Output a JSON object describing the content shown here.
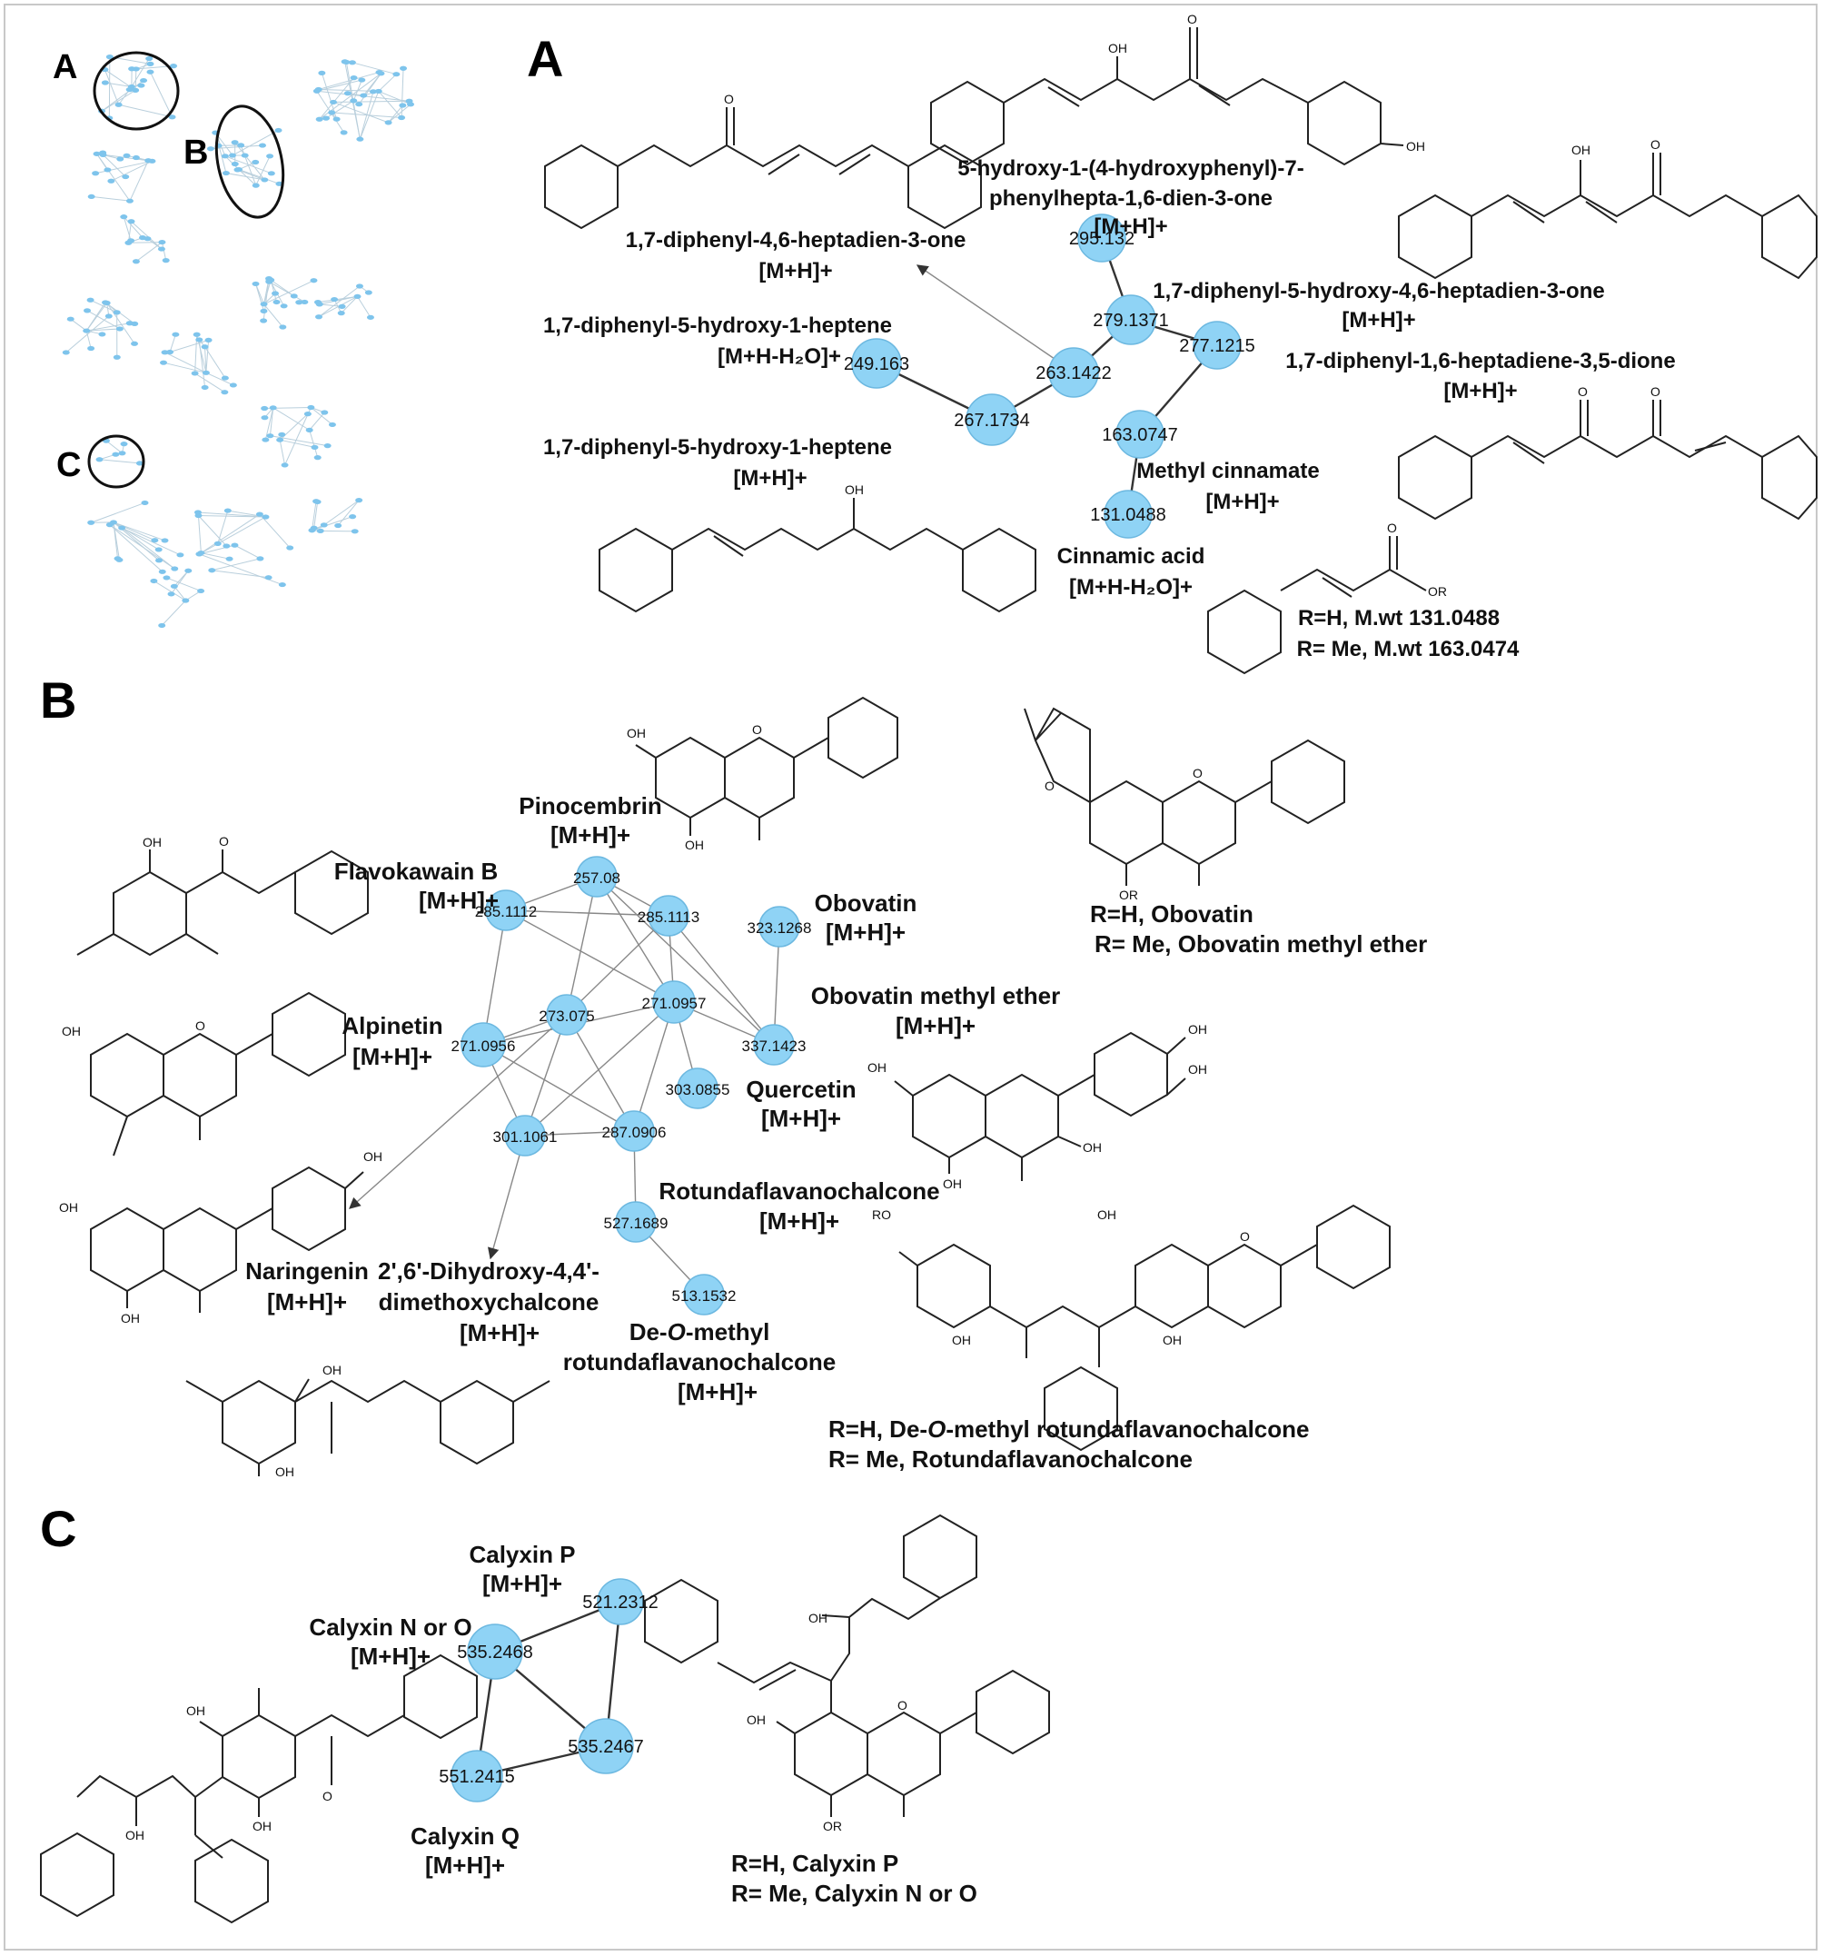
{
  "panel_letters": {
    "A": "A",
    "B": "B",
    "C": "C"
  },
  "overview": {
    "label_a": "A",
    "label_b": "B",
    "label_c": "C"
  },
  "panel_a": {
    "nodes": [
      {
        "id": "n295",
        "label": "295.132"
      },
      {
        "id": "n279",
        "label": "279.1371"
      },
      {
        "id": "n277",
        "label": "277.1215"
      },
      {
        "id": "n263",
        "label": "263.1422"
      },
      {
        "id": "n249",
        "label": "249.163"
      },
      {
        "id": "n267",
        "label": "267.1734"
      },
      {
        "id": "n163",
        "label": "163.0747"
      },
      {
        "id": "n131",
        "label": "131.0488"
      }
    ],
    "compounds": {
      "c1_l1": "1,7-diphenyl-4,6-heptadien-3-one",
      "c1_l2": "[M+H]+",
      "c2_l1": "5-hydroxy-1-(4-hydroxyphenyl)-7-",
      "c2_l2": "phenylhepta-1,6-dien-3-one",
      "c2_l3": "[M+H]+",
      "c3_l1": "1,7-diphenyl-5-hydroxy-4,6-heptadien-3-one",
      "c3_l2": "[M+H]+",
      "c4_l1": "1,7-diphenyl-1,6-heptadiene-3,5-dione",
      "c4_l2": "[M+H]+",
      "c5_l1": "1,7-diphenyl-5-hydroxy-1-heptene",
      "c5_l2": "[M+H-H₂O]+",
      "c6_l1": "1,7-diphenyl-5-hydroxy-1-heptene",
      "c6_l2": "[M+H]+",
      "c7_l1": "Methyl cinnamate",
      "c7_l2": "[M+H]+",
      "c8_l1": "Cinnamic acid",
      "c8_l2": "[M+H-H₂O]+",
      "r1": "R=H, M.wt 131.0488",
      "r2": "R= Me, M.wt 163.0474"
    }
  },
  "panel_b": {
    "nodes": [
      {
        "id": "b257",
        "label": "257.08"
      },
      {
        "id": "b2851112",
        "label": "285.1112"
      },
      {
        "id": "b2851113",
        "label": "285.1113"
      },
      {
        "id": "b323",
        "label": "323.1268"
      },
      {
        "id": "b273",
        "label": "273.075"
      },
      {
        "id": "b2710957",
        "label": "271.0957"
      },
      {
        "id": "b2710956",
        "label": "271.0956"
      },
      {
        "id": "b337",
        "label": "337.1423"
      },
      {
        "id": "b303",
        "label": "303.0855"
      },
      {
        "id": "b301",
        "label": "301.1061"
      },
      {
        "id": "b287",
        "label": "287.0906"
      },
      {
        "id": "b527",
        "label": "527.1689"
      },
      {
        "id": "b513",
        "label": "513.1532"
      }
    ],
    "compounds": {
      "pino1": "Pinocembrin",
      "pino2": "[M+H]+",
      "flav1": "Flavokawain B",
      "flav2": "[M+H]+",
      "obov1": "Obovatin",
      "obov2": "[M+H]+",
      "obme1": "Obovatin methyl ether",
      "obme2": "[M+H]+",
      "alpi1": "Alpinetin",
      "alpi2": "[M+H]+",
      "quer1": "Quercetin",
      "quer2": "[M+H]+",
      "rotu1": "Rotundaflavanochalcone",
      "rotu2": "[M+H]+",
      "nari1": "Naringenin",
      "nari2": "[M+H]+",
      "dihy1": "2',6'-Dihydroxy-4,4'-",
      "dihy2": "dimethoxychalcone",
      "dihy3": "[M+H]+",
      "deom1a": "De-",
      "deom1b": "O",
      "deom1c": "-methyl",
      "deom2": "rotundaflavanochalcone",
      "deom3": "[M+H]+",
      "r_ob1": "R=H, Obovatin",
      "r_ob2": "R= Me, Obovatin methyl ether",
      "r_ro1a": "R=H, De-",
      "r_ro1b": "O",
      "r_ro1c": "-methyl rotundaflavanochalcone",
      "r_ro2": "R= Me, Rotundaflavanochalcone"
    }
  },
  "panel_c": {
    "nodes": [
      {
        "id": "c521",
        "label": "521.2312"
      },
      {
        "id": "c5352468",
        "label": "535.2468"
      },
      {
        "id": "c5352467",
        "label": "535.2467"
      },
      {
        "id": "c551",
        "label": "551.2415"
      }
    ],
    "compounds": {
      "p1": "Calyxin P",
      "p2": "[M+H]+",
      "no1": "Calyxin N or O",
      "no2": "[M+H]+",
      "q1": "Calyxin Q",
      "q2": "[M+H]+",
      "r1": "R=H, Calyxin P",
      "r2": "R= Me, Calyxin N or O"
    }
  },
  "atoms": {
    "oh": "OH",
    "o": "O",
    "or": "OR",
    "ro": "RO"
  }
}
